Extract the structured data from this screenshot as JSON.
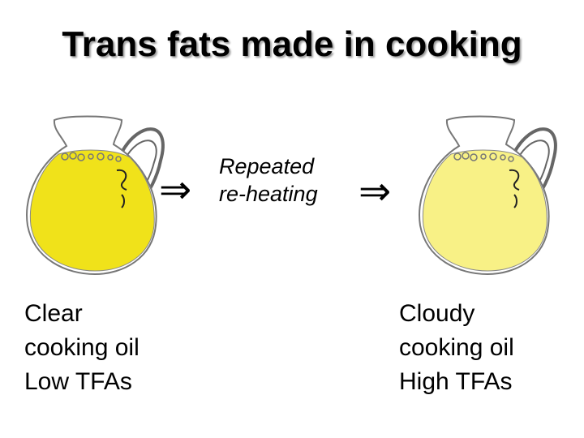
{
  "title": "Trans fats made in cooking",
  "process_label": {
    "line1": "Repeated",
    "line2": "re-heating"
  },
  "arrow_symbol": "⇒",
  "left": {
    "oil_color": "#f0e21a",
    "caption": [
      "Clear",
      "cooking oil",
      "Low TFAs"
    ]
  },
  "right": {
    "oil_color": "#f8f186",
    "caption": [
      "Cloudy",
      "cooking oil",
      "High TFAs"
    ]
  }
}
